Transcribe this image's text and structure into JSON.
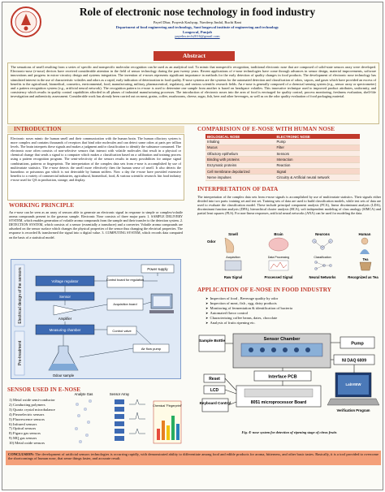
{
  "header": {
    "title": "Role of electronic nose technology in food industry",
    "authors": "Payel Dhar, Prayesh Kashyap, Navdeep Jindal, Ruchi Rani",
    "department": "Department of food engineering and technology, Sant longowal institute of engineering and technology",
    "location": "Longowal, Punjab",
    "email": "payelm.tech2016@gmail.com"
  },
  "abstract": {
    "heading": "Abstract",
    "text": "The sensations of smell resulting from a series of specific and nonspecific molecular recognition can be used as an analytical tool. To mimic that nonspecific recognition, traditional electronic nose that are composed of solid-state sensors array were developed. Electronic-nose (e-nose) devices have received considerable attention in the field of sensor technology during the past twenty years. Recent applications of e-nose technologies have come through advances in sensor design, material improvements, software innovations and progress in micro-circuitry design and systems integration. The invention of e-noses represents significant importance in methods for the early detection of quality changes in food products. The development of electronic nose technology has stimulated interest in the use of characteristic volatiles and odors as a rapid, early indication of deterioration in food quality. E-nose systems are the systems for the automated detection and classification of odors, vapors, and gases which have provided an excess of benefits to the agricultural, biomedical, cosmetics, environmental, food, manufacturing, military, pharmaceutical, regulatory, and various scientific research fields. An e-nose is generally composed of a chemical sensing system (e.g., sensor array or spectrometer) and a pattern recognition system (e.g., artificial neural network). The recognition pattern in e-nose is used to determine one sample from another is based on headspace volatiles. This innovative technique used to improved product attributes, uniformity, and consistency which results in quality control capabilities afforded in all phases of industrial manufacturing processes. The introduction of electronic noses into the area of food is envisaged for quality control, process monitoring, freshness evaluation, shelf-life investigation and authenticity assessment. Considerable work has already been carried out on meat, grains, coffee, mushrooms, cheese, sugar, fish, beer and other beverages, as well as on the odor quality evaluation of food packaging material."
  },
  "introduction": {
    "heading": "INTRODUCTION",
    "text": "Electronic noses mimic the human smell and their communication with the human brain. The human olfactory system is more complex and contains thousands of receptors that bind odor molecules and can detect some odors at parts per trillion levels. The brain interprets these signals and makes a judgment and/or classification to identify the substance consumed. The electronic nose often consists of non-selective sensors that interact with volatile molecules that result in a physical or chemical change that sends a signal to a computer which makes a classification based on a calibration and training process using a pattern recognition program. The semi-selectivity of the sensors results in many possibilities for unique signal combinations, patterns or fingerprints. The interpretation of the complex data sets from e-nose is accomplished by use of multivariate statistics. The e-nose detects the smell more effectively then the human sense of smell. It also detects the hazardous or poisonous gas which is not detectable by human sniffers. Now a day the e-nose have provided extensive benefits to a variety of commercial industries, agricultural, biomedical, food, & various scientific research. hin food industry e-nose used for QA in production, storage, and display."
  },
  "working_principle": {
    "heading": "WORKING PRINCIPLE",
    "text": "An e-nose can be seen as an array of sensors able to generate an electronic signal in response to simple or complex/volatile aroma compounds present in the gaseous sample. Electronic Nose consists of three major parts 1. SAMPLE DELIVERY SYSTEM, which enables generation of volatile aroma compounds from the sample and their transfer to the detection system. 2. DETECTION SYSTEM, which consists of a sensor (essentially a transducer) and a converter. Volatile aroma compounds are adsorbed on the sensor surface which changes the physical properties of the sensor thus changing the electrical properties. The response is recorded & transformed the signal into a digital value. 3. COMPUTING SYSTEM, which records data computed on the basis of a statistical model.",
    "diagram": {
      "left_label_top": "Electrical design of the sensors",
      "left_label_bottom": "Pre-treatment",
      "blocks": [
        "Power supply",
        "Voltage regulator",
        "Control board for regulation",
        "Sensor",
        "Amplifier",
        "Acquisition board",
        "Measuring chamber",
        "Control valve",
        "Air flow pump",
        "Odour sample"
      ]
    }
  },
  "sensors": {
    "heading": "SENSOR USED IN E-NOSE",
    "items": [
      "1) Metal oxide semi-conductor",
      "2) Conducting polymers",
      "3) Quartz crystal microbalance",
      "4) Piezoelectric sensors",
      "5) Fluorescence sensors",
      "6) Infrared sensors",
      "7) Optical sensors",
      "8) Figaro gas sensors",
      "9) MQ gas sensors",
      "10) Metal oxide sensors"
    ],
    "figure_labels": [
      "Analyte Gas",
      "Sensor Array",
      "Chemical \"Fingerprint\""
    ]
  },
  "comparison": {
    "heading": "COMPARISION OF E-NOSE WITH HUMAN NOSE",
    "columns": [
      "BIOLOGICAL NOSE",
      "ELECTRONIC NOSE"
    ],
    "rows": [
      [
        "Inhaling",
        "Pump"
      ],
      [
        "Mucus",
        "Filter"
      ],
      [
        "Olfactory epithelium",
        "Sensors"
      ],
      [
        "Binding with proteins",
        "Interaction"
      ],
      [
        "Enzymatic proteins",
        "Reaction"
      ],
      [
        "Cell membrane depolarized",
        "Signal"
      ],
      [
        "Nerve impulses",
        "Circuitry & Artificial neural network"
      ]
    ]
  },
  "interpretation": {
    "heading": "INTERPRETATION OF DATA",
    "text": "The interpretation of the complex data sets from e-nose signals is accomplished by use of multivariate statistics. Their signals either divided into two parts: training set and test set. Training sets of data are used to build classification models, while test sets of data are used to evaluate the classification model. These include principal component analysis (PCA), linear discriminant analysis (LDA), discriminant function analysis (DFA), hierarchical cluster analysis (HCA), soft independent modeling of class analogy (SIMCA) and partial least squares (PLS). For non-linear responses, artificial neural networks (ANA) can be used for modeling the data.",
    "figure_labels": {
      "top": [
        "Smell",
        "Brain",
        "Neurons",
        "Human"
      ],
      "odor": "Odor",
      "mid": [
        "Acquisition",
        "Data Processing",
        "Classification"
      ],
      "bottom": [
        "Raw Signal",
        "Processed Signal",
        "Neural Networks",
        "Recognized as Tea"
      ],
      "tea": "Tea"
    }
  },
  "applications": {
    "heading": "APPLICATION OF E-NOSE IN FOOD INDUSTRY",
    "items": [
      "Inspection of food , Beverage quality by odor",
      "Inspection of meat, fish , egg, dairy products",
      "Monitoring of fermentation & identification of bacteria",
      "Automated flavor control",
      "Characterizing coffee beans, dates, chocolate",
      "Analysis of fruits ripening etc."
    ],
    "system_labels": {
      "sample": "Sample Bottle",
      "sensor_chamber": "Sensor Chamber",
      "pump": "Pump",
      "daq": "NI DAQ 6009",
      "interface": "Interface PCB",
      "reset": "Reset",
      "lcd": "LCD",
      "keyboard": "Keyboard Control",
      "processor": "8051 microprocessor Board",
      "labview": "LabVIEW",
      "verification": "Verification Program"
    },
    "caption": "Fig.-E-nose system for detection of ripening stage of citrus fruits"
  },
  "conclusion": {
    "label": "CONCLUSION:",
    "text": " The development of artificial sensors technologies is occurring rapidly, with demonstrated ability to differentiate among food and edible products for aroma, bitterness, and other basic tastes. Basically, it is a tool provided to overcome the shortcomings of human nose, that sense things faster, and accurate result."
  },
  "colors": {
    "accent": "#c0392b",
    "panel_tan": "#efe2c4",
    "conclusion_bg": "#f4a07a",
    "link_blue": "#1a3a8a"
  }
}
